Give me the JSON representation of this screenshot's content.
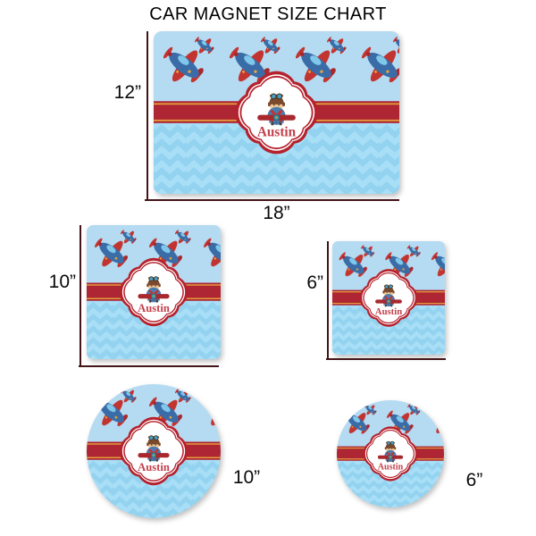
{
  "title": "CAR MAGNET SIZE CHART",
  "design": {
    "personalization_name": "Austin",
    "theme": "airplane-pattern-with-pilot-boy",
    "colors": {
      "sky": "#b5dbf2",
      "chevron_base": "#93d3f0",
      "chevron_stripe": "#a9def7",
      "band_red": "#ae2533",
      "band_gold": "#e5a33c",
      "label_border": "#b5222d",
      "label_bg": "#ffffff",
      "name_text": "#c4414d",
      "plane_blue": "#3a6ca8",
      "plane_red": "#c23430",
      "plane_red_dark": "#a8282e",
      "plane_canopy": "#7fc8ea",
      "dimension_line": "#431418",
      "dimension_text": "#0a0a0a"
    }
  },
  "magnets": [
    {
      "shape": "rectangle",
      "width_label": "18”",
      "height_label": "12”"
    },
    {
      "shape": "square",
      "size_label": "10”"
    },
    {
      "shape": "square",
      "size_label": "6”"
    },
    {
      "shape": "circle",
      "size_label": "10”"
    },
    {
      "shape": "circle",
      "size_label": "6”"
    }
  ]
}
